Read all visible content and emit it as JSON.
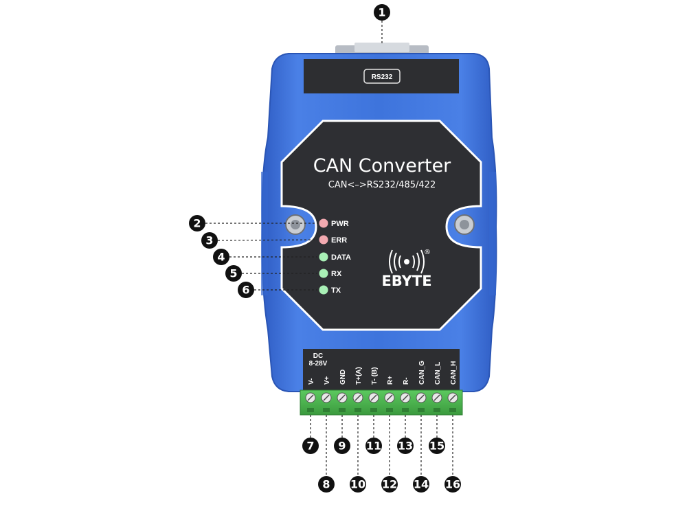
{
  "device": {
    "port_label": "RS232",
    "title": "CAN Converter",
    "subtitle": "CAN<–>RS232/485/422",
    "brand": "EBYTE",
    "registered_mark": "®",
    "power_spec_line1": "DC",
    "power_spec_line2": "8-28V"
  },
  "leds": [
    {
      "label": "PWR",
      "color": "#f2a9b0"
    },
    {
      "label": "ERR",
      "color": "#f2a9b0"
    },
    {
      "label": "DATA",
      "color": "#a9f0b6"
    },
    {
      "label": "RX",
      "color": "#a9f0b6"
    },
    {
      "label": "TX",
      "color": "#a9f0b6"
    }
  ],
  "terminals": [
    "V-",
    "V+",
    "GND",
    "T+(A)",
    "T- (B)",
    "R+",
    "R-",
    "CAN_G",
    "CAN_L",
    "CAN_H"
  ],
  "callouts": [
    "1",
    "2",
    "3",
    "4",
    "5",
    "6",
    "7",
    "8",
    "9",
    "10",
    "11",
    "12",
    "13",
    "14",
    "15",
    "16"
  ],
  "colors": {
    "housing": "#3a6fd8",
    "panel": "#2e2f33",
    "terminal_block": "#4caf50",
    "callout": "#111111"
  }
}
